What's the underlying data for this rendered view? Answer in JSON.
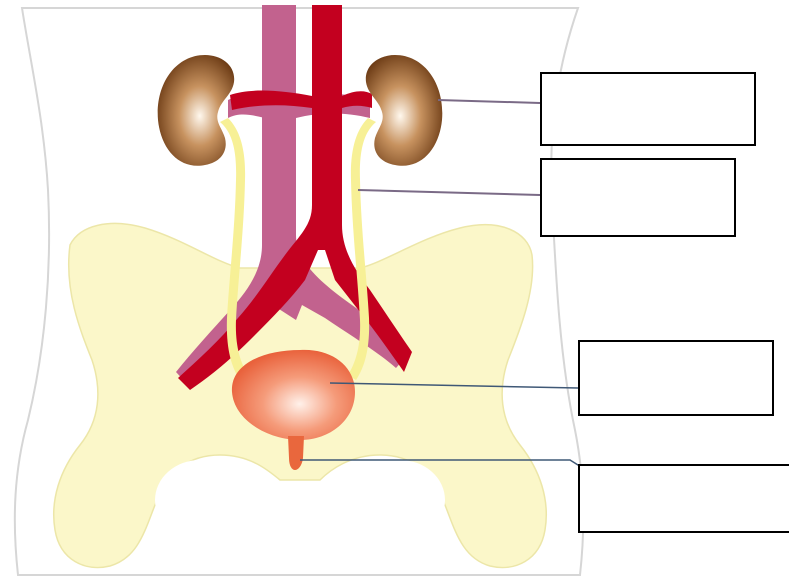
{
  "diagram": {
    "colors": {
      "body_fill": "#ffffff",
      "body_outline": "#d6d6d6",
      "pelvis": "#fbf7c9",
      "pelvis_outline": "#ece6a8",
      "kidney": "#6b3a14",
      "kidney_light": "#fff6ea",
      "aorta": "#c3001f",
      "vena_cava": "#c2628e",
      "ureter": "#f7f096",
      "bladder": "#ee6a43",
      "bladder_light": "#fde2d6",
      "urethra": "#e9673d",
      "leader_line": "#7a6a86"
    },
    "labels": [
      {
        "id": "label-kidney",
        "text": ""
      },
      {
        "id": "label-ureter",
        "text": ""
      },
      {
        "id": "label-bladder",
        "text": ""
      },
      {
        "id": "label-urethra",
        "text": ""
      }
    ]
  }
}
